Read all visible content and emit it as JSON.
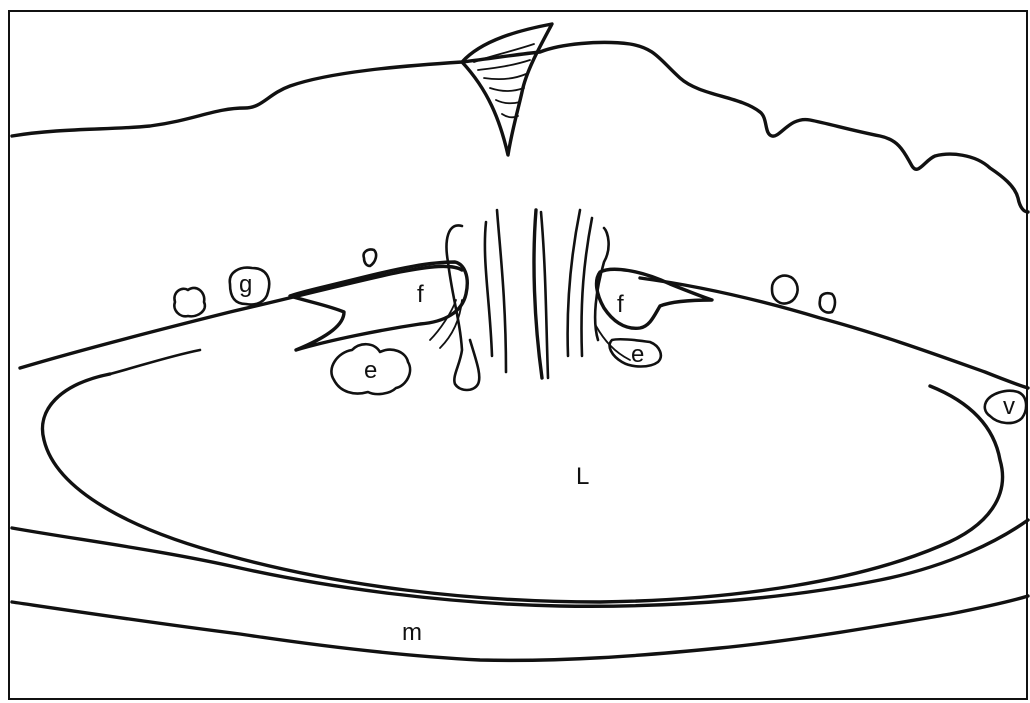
{
  "labels": {
    "g": "g",
    "f_left": "f",
    "f_right": "f",
    "e_left": "e",
    "e_right": "e",
    "L": "L",
    "v": "v",
    "m": "m"
  },
  "colors": {
    "ink": "#111111",
    "background": "#ffffff"
  }
}
